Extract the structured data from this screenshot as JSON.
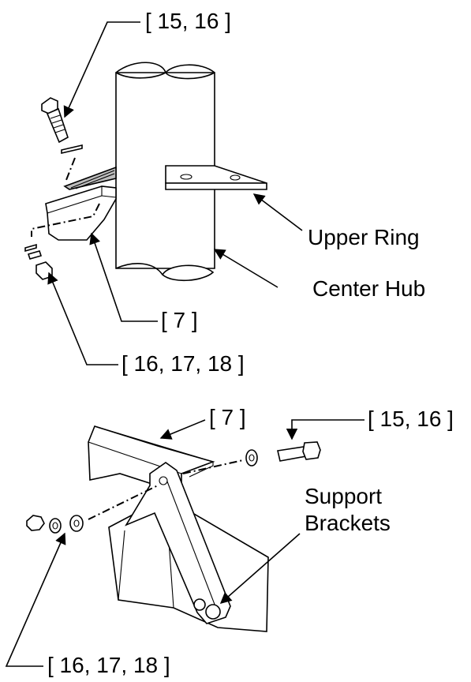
{
  "upper_view": {
    "bolt_callout": "[ 15, 16 ]",
    "ring_label": "Upper Ring",
    "hub_label": "Center Hub",
    "bracket_callout": "[ 7 ]",
    "nut_callout": "[ 16, 17, 18 ]"
  },
  "lower_view": {
    "bracket_callout": "[ 7 ]",
    "bolt_callout": "[ 15, 16 ]",
    "support_label_line1": "Support",
    "support_label_line2": "Brackets",
    "nut_callout": "[ 16, 17, 18 ]"
  },
  "colors": {
    "ink": "#000000",
    "background": "#ffffff"
  }
}
